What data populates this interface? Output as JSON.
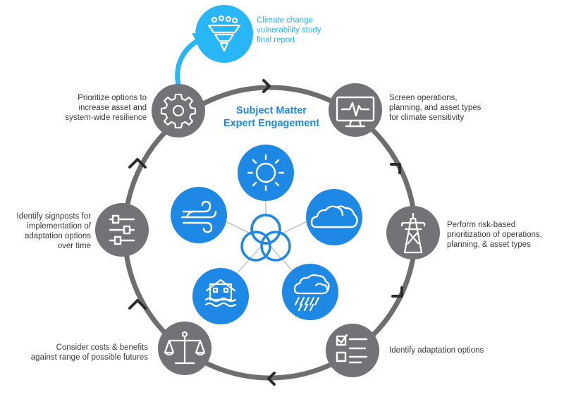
{
  "center": {
    "title_lines": [
      "Subject Matter",
      "Expert Engagement"
    ]
  },
  "report": {
    "lines": [
      "Climate change",
      "vulnerability study",
      "final report"
    ],
    "icon": "funnel-icon"
  },
  "steps": [
    {
      "id": "screen",
      "icon": "monitor-pulse-icon",
      "lines": [
        "Screen operations,",
        "planning, and asset types",
        "for climate sensitivity"
      ]
    },
    {
      "id": "risk",
      "icon": "transmission-tower-icon",
      "lines": [
        "Perform risk-based",
        "prioritization of operations,",
        "planning, & asset types"
      ]
    },
    {
      "id": "identify",
      "icon": "checklist-icon",
      "lines": [
        "Identify adaptation options"
      ]
    },
    {
      "id": "costs",
      "icon": "scales-icon",
      "lines": [
        "Consider costs & benefits",
        "against range of possible futures"
      ]
    },
    {
      "id": "signposts",
      "icon": "sliders-icon",
      "lines": [
        "Identify signposts for",
        "implementation of",
        "adaptation options",
        "over time"
      ]
    },
    {
      "id": "prioritize",
      "icon": "gear-icon",
      "lines": [
        "Prioritize options to",
        "increase asset and",
        "system-wide resilience"
      ]
    }
  ],
  "hazards": [
    "sun-icon",
    "cloud-icon",
    "rain-cloud-icon",
    "flooded-house-icon",
    "wind-icon"
  ],
  "colors": {
    "ring": "#6d6e70",
    "node": "#727376",
    "hazard": "#1e88e5",
    "report": "#29b6f6",
    "text": "#3a3a3a"
  }
}
